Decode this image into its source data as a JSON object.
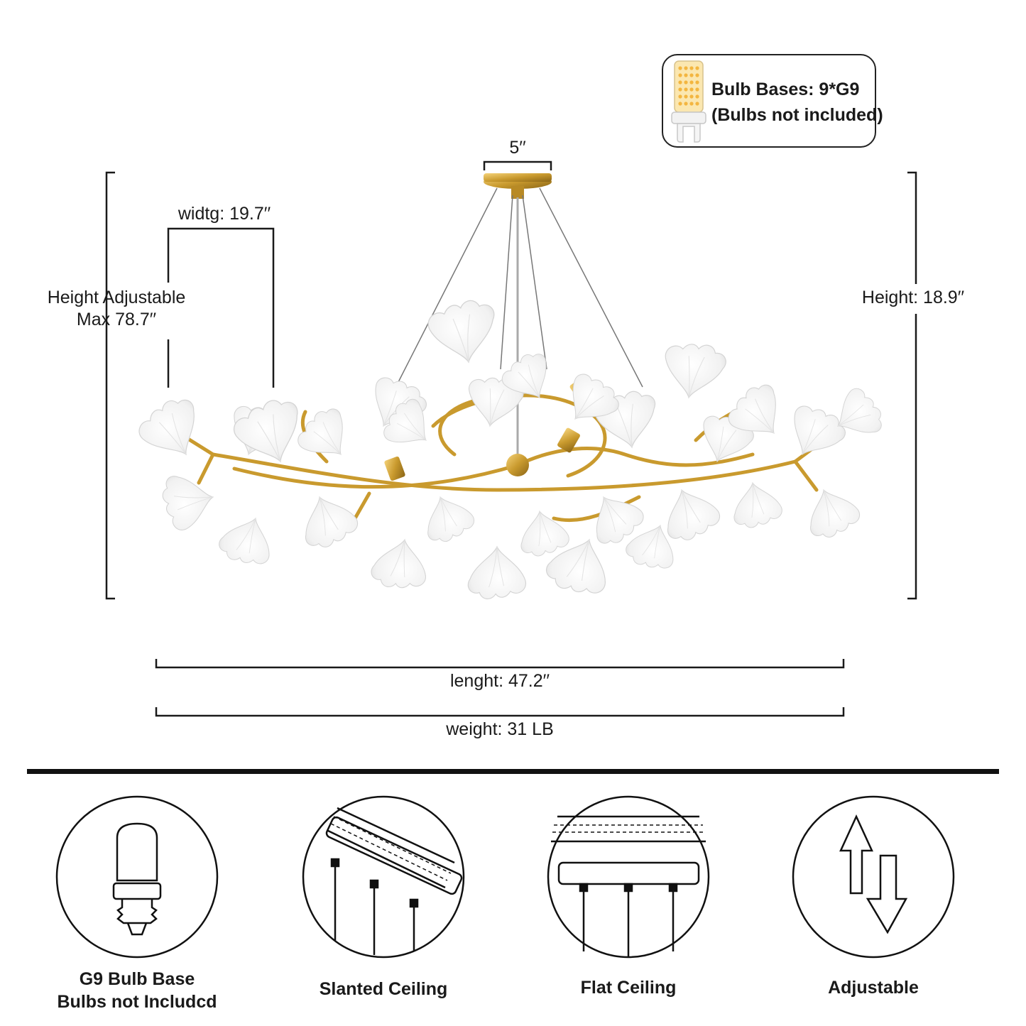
{
  "bulb_info": {
    "line1": "Bulb Bases: 9*G9",
    "line2": "(Bulbs not included)",
    "icon": "g9-bulb-icon"
  },
  "dimensions": {
    "top_width": "5′′",
    "widtg": "widtg: 19.7′′",
    "height_adjustable_1": "Height Adjustable",
    "height_adjustable_2": "Max 78.7′′",
    "height": "Height: 18.9′′",
    "length": "lenght: 47.2′′",
    "weight": "weight: 31 LB"
  },
  "features": [
    {
      "icon": "bulb-base-icon",
      "line1": "G9 Bulb Base",
      "line2": "Bulbs not Includcd"
    },
    {
      "icon": "slanted-ceiling-icon",
      "line1": "Slanted Ceiling",
      "line2": ""
    },
    {
      "icon": "flat-ceiling-icon",
      "line1": "Flat Ceiling",
      "line2": ""
    },
    {
      "icon": "adjustable-arrows-icon",
      "line1": "Adjustable",
      "line2": ""
    }
  ],
  "colors": {
    "brass": "#c99a2e",
    "leaf": "#f3f3f3",
    "line": "#1a1a1a"
  }
}
